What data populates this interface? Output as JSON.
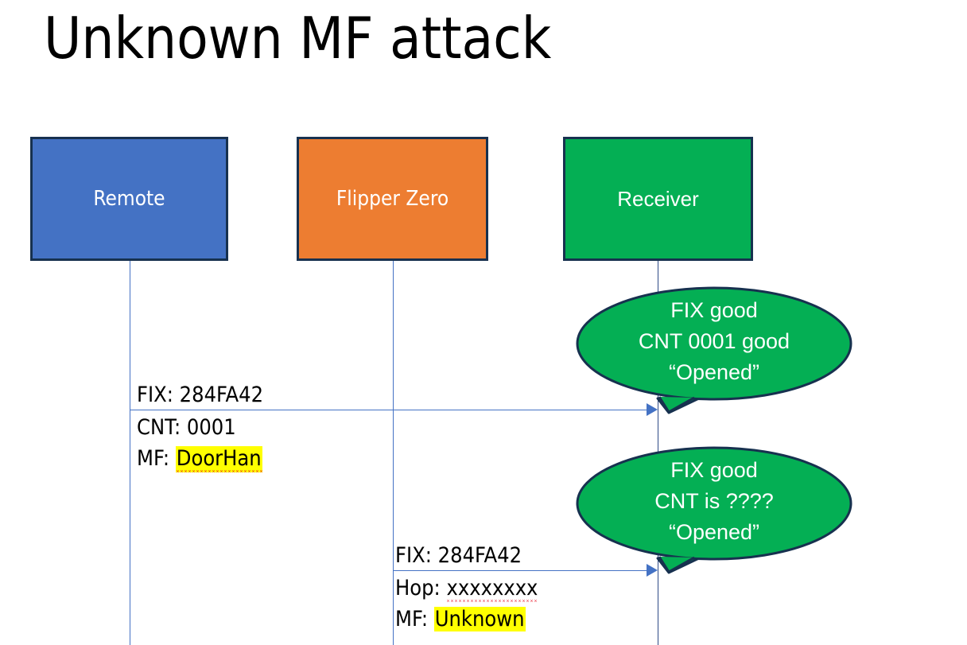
{
  "slide": {
    "title": "Unknown MF attack",
    "background_color": "#FFFFFF"
  },
  "colors": {
    "remote_fill": "#4472C4",
    "flipper_fill": "#ED7D31",
    "receiver_fill": "#04AF54",
    "box_border": "#17314F",
    "arrow": "#4472C4",
    "callout_fill": "#04AF54",
    "callout_border": "#17314F",
    "highlight": "#FFFF00",
    "spellcheck_underline": "#E81123"
  },
  "actors": [
    {
      "id": "remote",
      "label": "Remote"
    },
    {
      "id": "flipper",
      "label": "Flipper Zero"
    },
    {
      "id": "receiver",
      "label": "Receiver"
    }
  ],
  "messages": [
    {
      "id": "msg1",
      "from": "remote",
      "to": "receiver",
      "above_line": "FIX: 284FA42",
      "below_line_1_prefix": "CNT: 0001",
      "below_line_2_prefix": "MF: ",
      "below_line_2_value": "DoorHan",
      "below_line_2_highlighted": true,
      "below_line_2_spellchecked": true
    },
    {
      "id": "msg2",
      "from": "flipper",
      "to": "receiver",
      "above_line": "FIX: 284FA42",
      "below_line_1_prefix": "Hop: ",
      "below_line_1_value": "xxxxxxxx",
      "below_line_1_spellchecked": true,
      "below_line_2_prefix": "MF: ",
      "below_line_2_value": "Unknown",
      "below_line_2_highlighted": true
    }
  ],
  "callouts": [
    {
      "id": "callout1",
      "line1": "FIX good",
      "line2": "CNT 0001 good",
      "line3": "“Opened”"
    },
    {
      "id": "callout2",
      "line1": "FIX good",
      "line2": "CNT is ????",
      "line3": "“Opened”"
    }
  ]
}
